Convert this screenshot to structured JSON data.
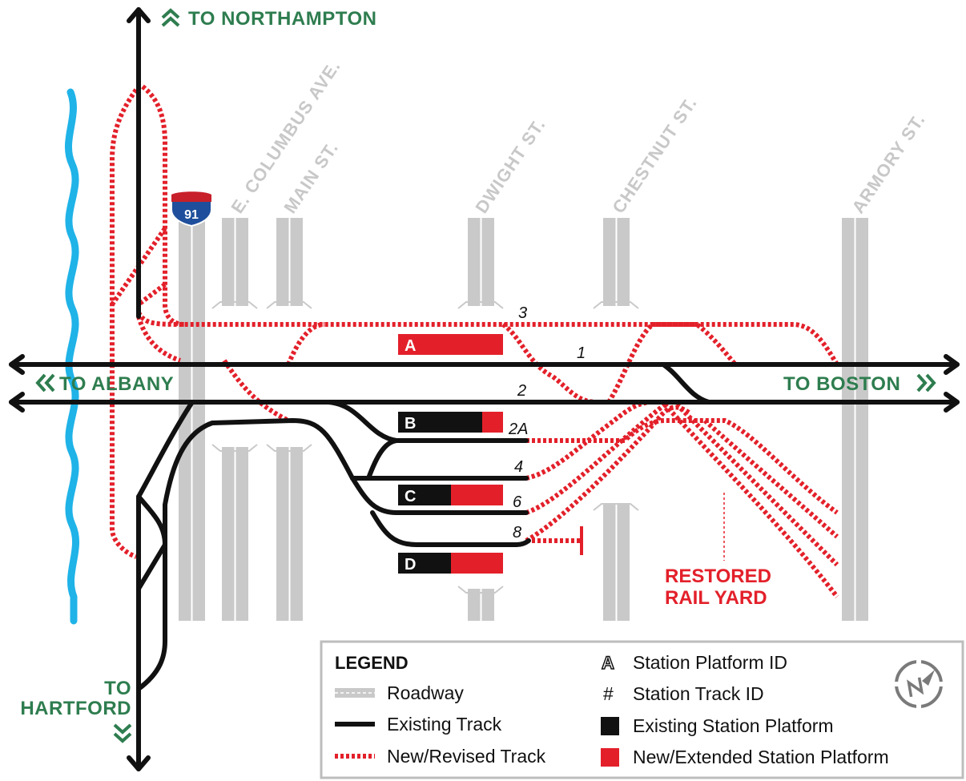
{
  "destinations": {
    "north": "TO NORTHAMPTON",
    "west": "TO ALBANY",
    "east": "TO BOSTON",
    "south_line1": "TO",
    "south_line2": "HARTFORD"
  },
  "interstate_shield": "91",
  "streets": {
    "e_columbus": "E. COLUMBUS AVE.",
    "main": "MAIN ST.",
    "dwight": "DWIGHT ST.",
    "chestnut": "CHESTNUT ST.",
    "armory": "ARMORY ST."
  },
  "track_ids": {
    "t3": "3",
    "t1": "1",
    "t2": "2",
    "t2a": "2A",
    "t4": "4",
    "t6": "6",
    "t8": "8"
  },
  "platforms": {
    "a": "A",
    "b": "B",
    "c": "C",
    "d": "D"
  },
  "rail_yard": {
    "line1": "RESTORED",
    "line2": "RAIL YARD"
  },
  "legend": {
    "title": "LEGEND",
    "roadway": "Roadway",
    "existing_track": "Existing Track",
    "new_track": "New/Revised Track",
    "platform_id_symbol": "A",
    "platform_id": "Station Platform ID",
    "track_id_symbol": "#",
    "track_id": "Station Track ID",
    "existing_platform": "Existing Station Platform",
    "new_platform": "New/Extended Station Platform"
  },
  "colors": {
    "existing": "#111111",
    "new": "#e3202a",
    "river": "#1fb3e8",
    "roadway": "#c9c9c9",
    "label_green": "#2e7d4f",
    "interstate_blue": "#1f4f9c",
    "interstate_red": "#c8202a"
  }
}
